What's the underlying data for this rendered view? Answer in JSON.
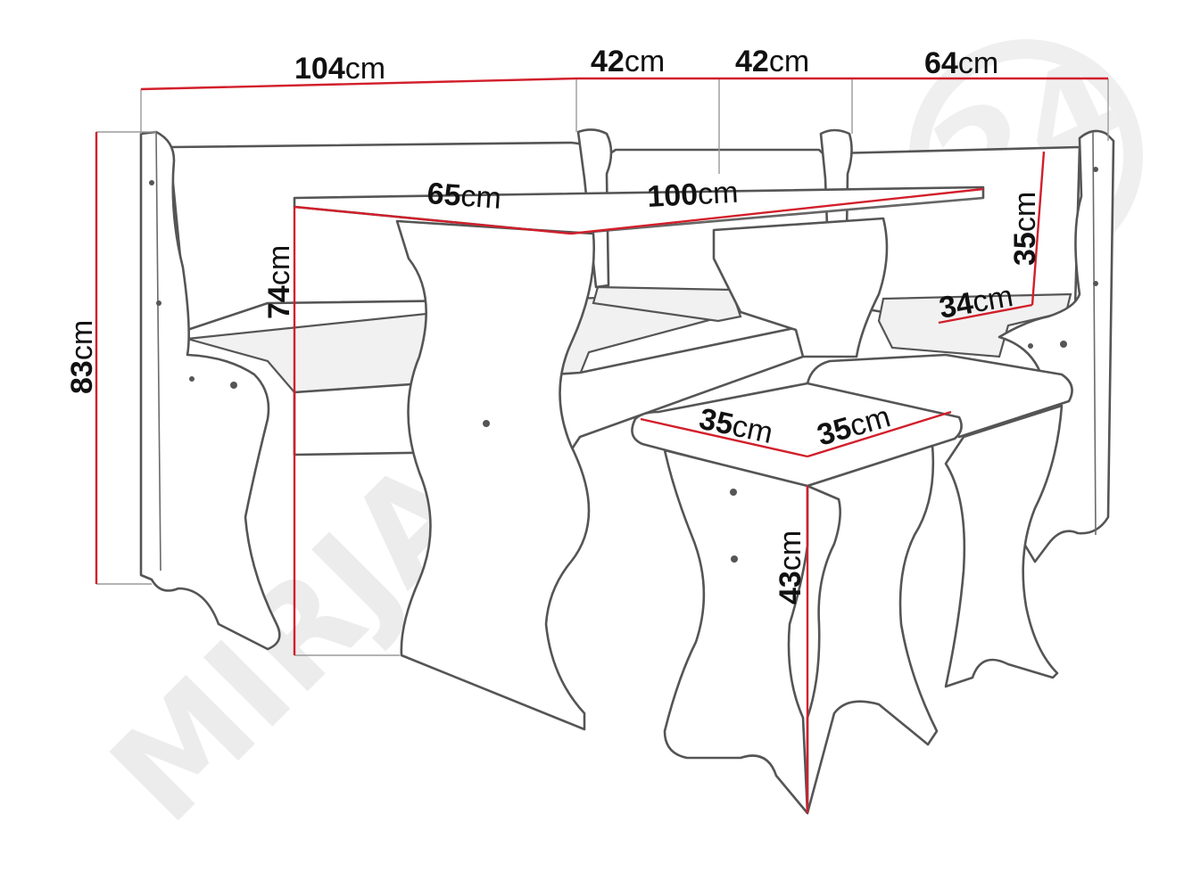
{
  "watermark": {
    "text": "MIRJAN",
    "badge": "24"
  },
  "dimensions": {
    "bench_long_width": {
      "value": "104",
      "unit": "cm"
    },
    "corner_a_width": {
      "value": "42",
      "unit": "cm"
    },
    "corner_b_width": {
      "value": "42",
      "unit": "cm"
    },
    "bench_short_width": {
      "value": "64",
      "unit": "cm"
    },
    "bench_height": {
      "value": "83",
      "unit": "cm"
    },
    "table_depth": {
      "value": "65",
      "unit": "cm"
    },
    "table_length": {
      "value": "100",
      "unit": "cm"
    },
    "table_height": {
      "value": "74",
      "unit": "cm"
    },
    "backrest_height": {
      "value": "35",
      "unit": "cm"
    },
    "seat_depth": {
      "value": "34",
      "unit": "cm"
    },
    "stool_depth": {
      "value": "35",
      "unit": "cm"
    },
    "stool_width": {
      "value": "35",
      "unit": "cm"
    },
    "stool_height": {
      "value": "43",
      "unit": "cm"
    }
  },
  "colors": {
    "dimension_line": "#d21f2b",
    "outline": "#555555",
    "label_text": "#111111",
    "watermark": "#ececec"
  }
}
